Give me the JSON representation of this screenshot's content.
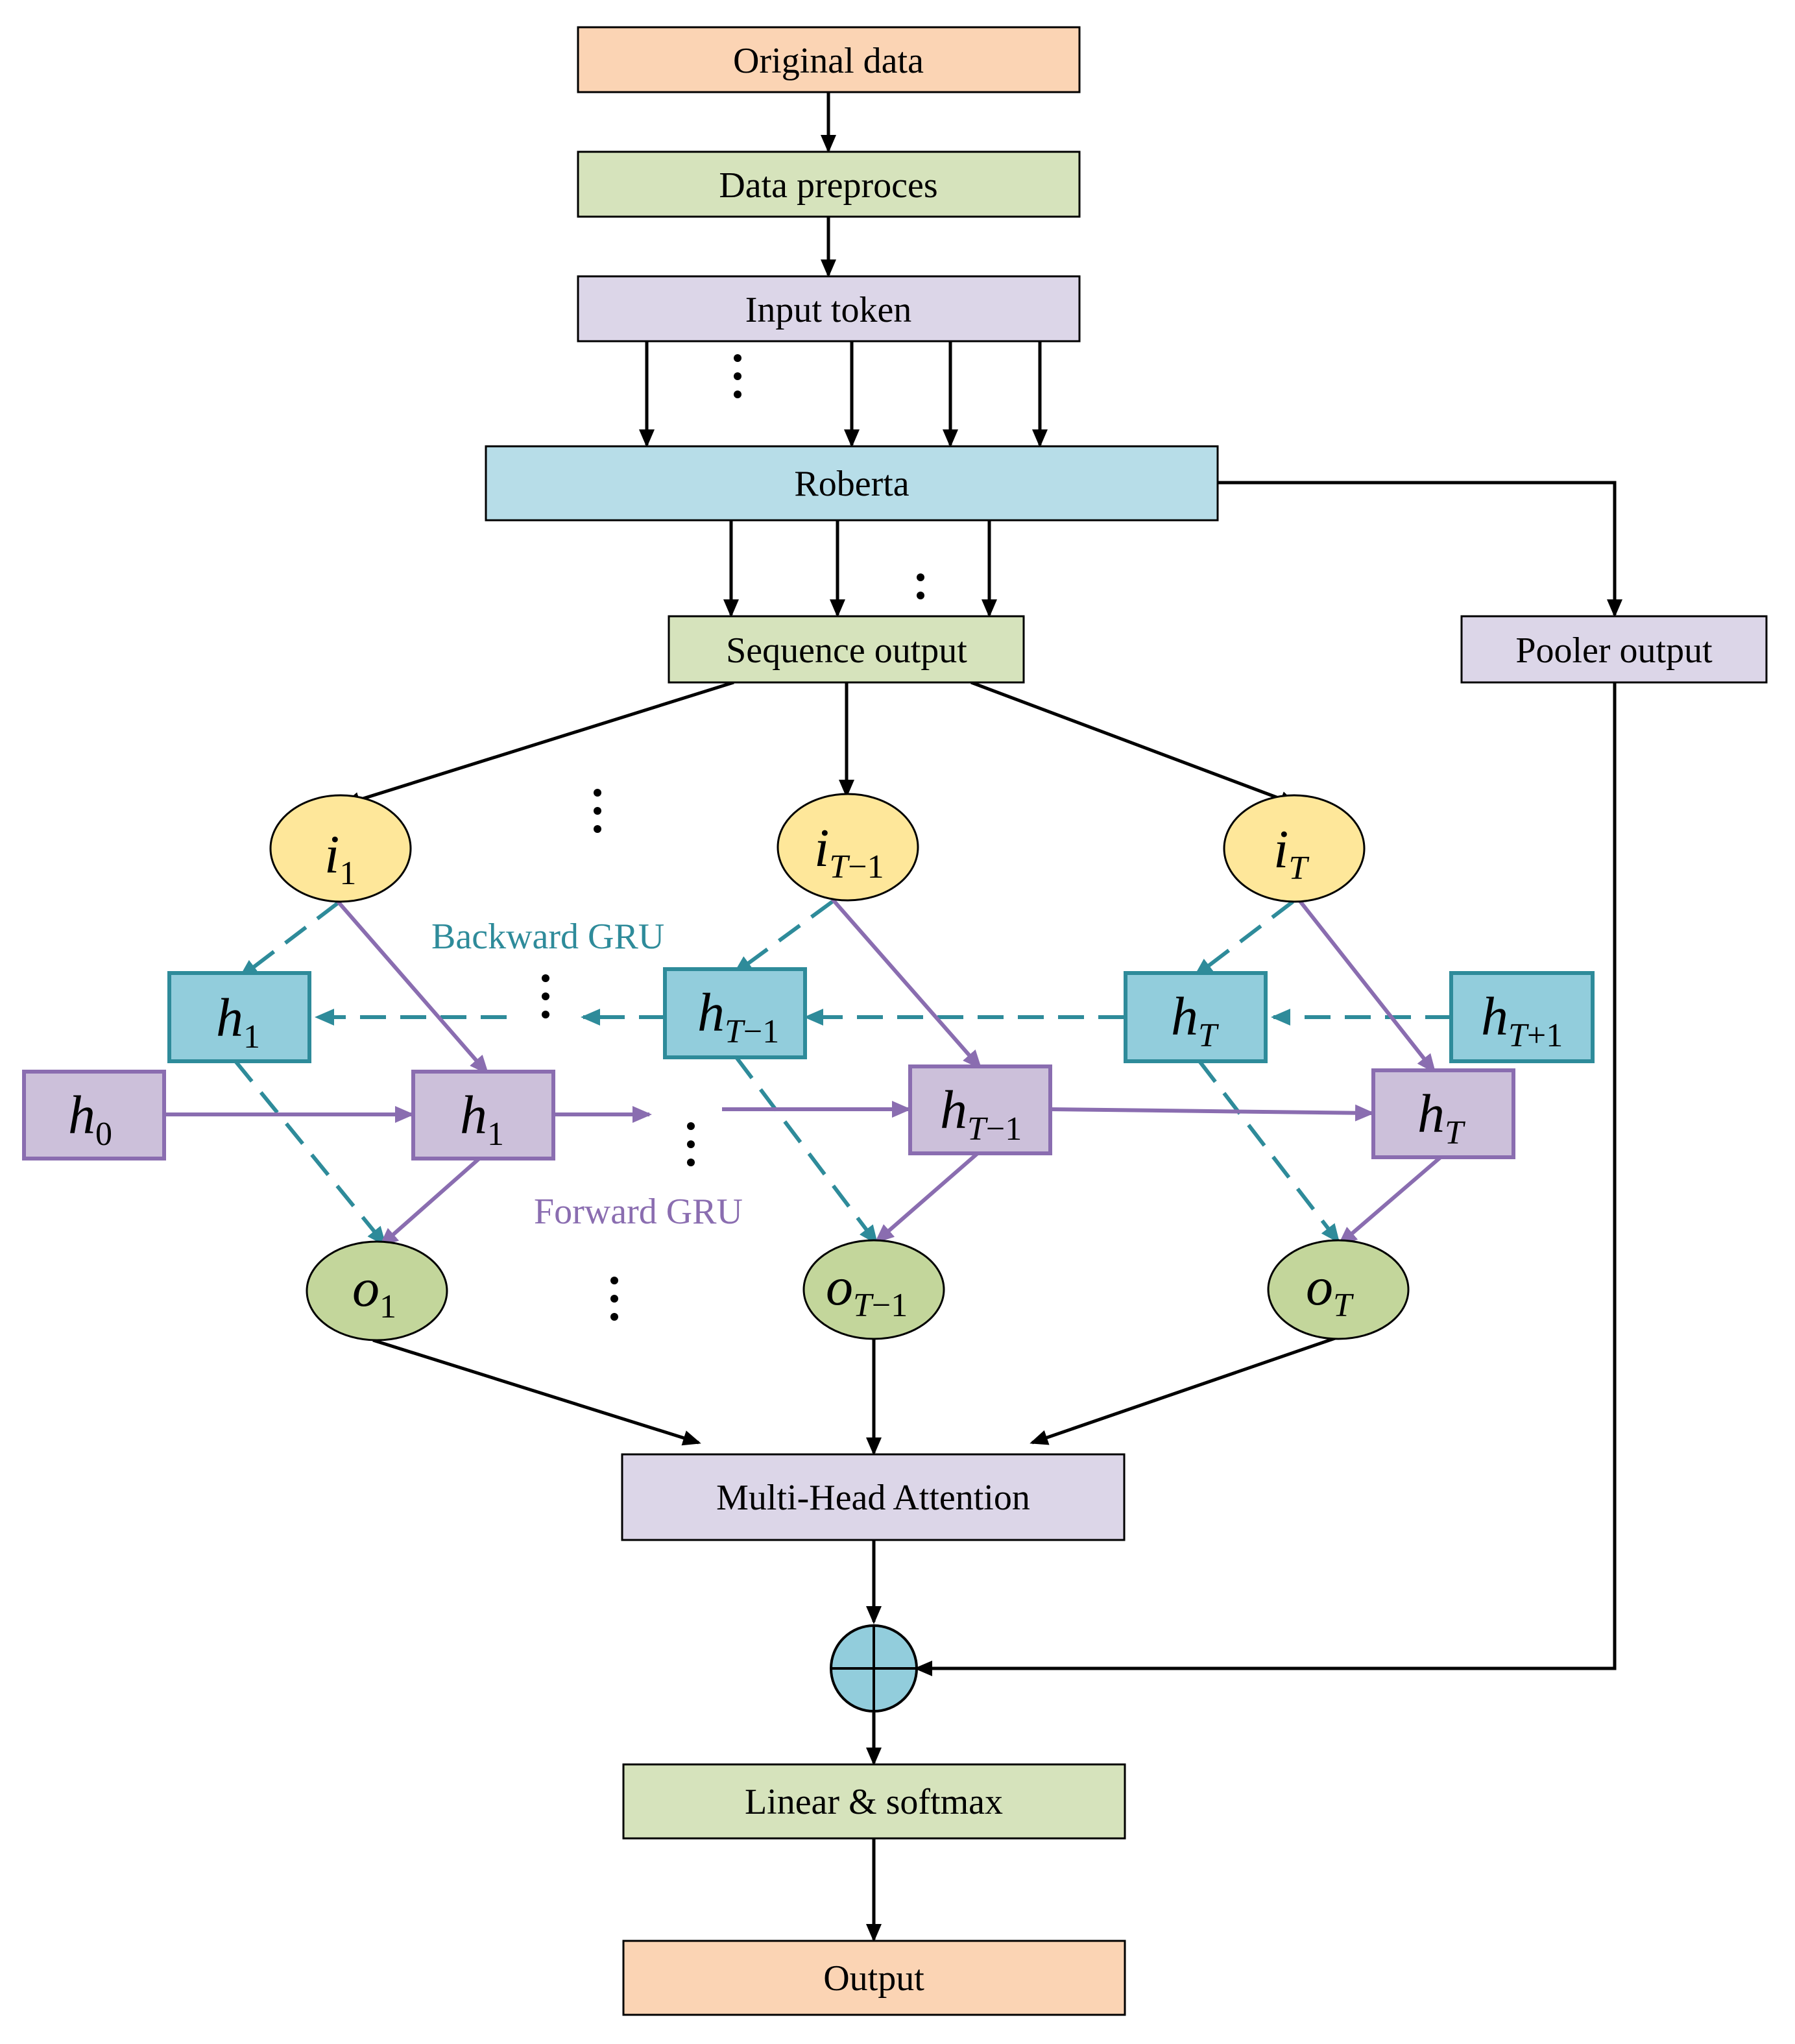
{
  "colors": {
    "orange": "#fbd4b4",
    "green": "#d6e3bc",
    "lavender": "#dcd6e8",
    "blue": "#b7dde8",
    "yellow": "#fee79a",
    "olive": "#c3d69b",
    "teal_stroke": "#2e8b9a",
    "purple_stroke": "#8a6db0",
    "backward_box_fill": "#92cddc",
    "forward_box_fill": "#ccc0da",
    "plus_fill": "#92cddc"
  },
  "nodes": {
    "original_data": "Original data",
    "data_preprocess": "Data preproces",
    "input_token": "Input token",
    "roberta": "Roberta",
    "sequence_output": "Sequence output",
    "pooler_output": "Pooler output",
    "multi_head_attention": "Multi-Head Attention",
    "linear_softmax": "Linear & softmax",
    "output": "Output"
  },
  "captions": {
    "backward": "Backward GRU",
    "forward": "Forward GRU"
  },
  "symbols": {
    "i": "i",
    "o": "o",
    "h": "h",
    "sub_1": "1",
    "sub_0": "0",
    "sub_T": "T",
    "sub_Tm1_T": "T",
    "sub_Tm1_rest": "−1",
    "sub_Tp1_T": "T",
    "sub_Tp1_rest": "+1"
  },
  "icons": {
    "plus": "circle-plus-icon",
    "ellipsis": "vertical-ellipsis-icon"
  }
}
